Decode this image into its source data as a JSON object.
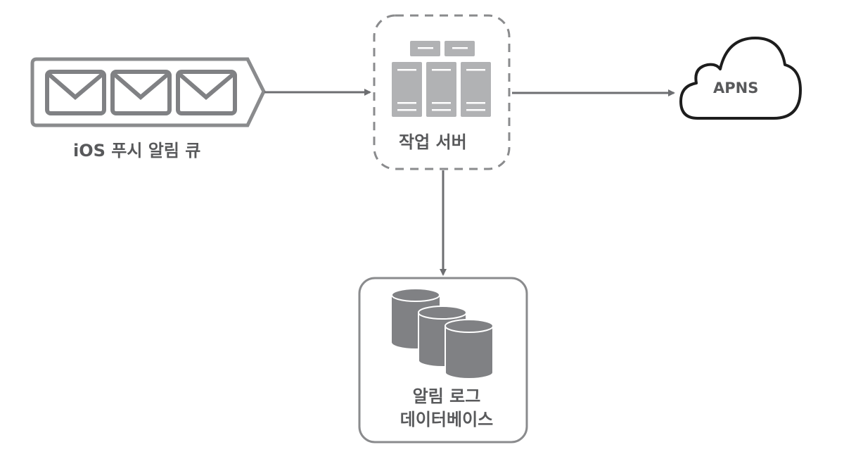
{
  "nodes": {
    "queue": {
      "label": "iOS 푸시 알림 큐",
      "icon": "envelope-icon",
      "count": 3
    },
    "worker": {
      "label": "작업 서버",
      "icon": "server-icon"
    },
    "apns": {
      "label": "APNS",
      "icon": "cloud-icon"
    },
    "log_db": {
      "label_line1": "알림 로그",
      "label_line2": "데이터베이스",
      "icon": "database-icon"
    }
  },
  "edges": [
    {
      "from": "queue",
      "to": "worker"
    },
    {
      "from": "worker",
      "to": "apns"
    },
    {
      "from": "worker",
      "to": "log_db"
    }
  ],
  "colors": {
    "stroke": "#6d6e71",
    "fill_light": "#b1b2b4",
    "fill_dark": "#808184",
    "text": "#58595b",
    "cloud_stroke": "#1d1d1d"
  }
}
